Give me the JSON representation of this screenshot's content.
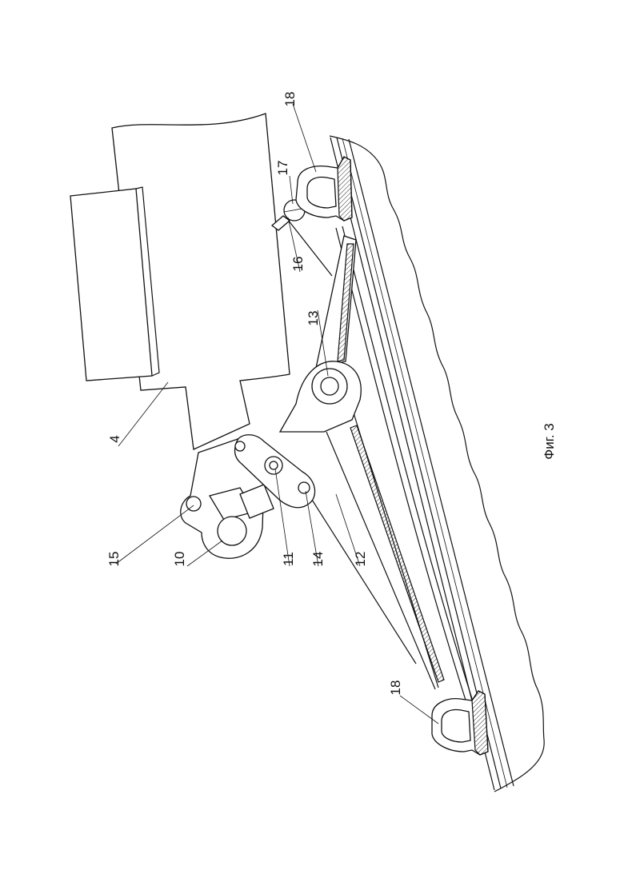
{
  "figure": {
    "caption": "Фиг. 3",
    "labels": {
      "l4": "4",
      "l10": "10",
      "l11": "11",
      "l12": "12",
      "l13": "13",
      "l14": "14",
      "l15": "15",
      "l16": "16",
      "l17": "17",
      "l18a": "18",
      "l18b": "18"
    }
  }
}
